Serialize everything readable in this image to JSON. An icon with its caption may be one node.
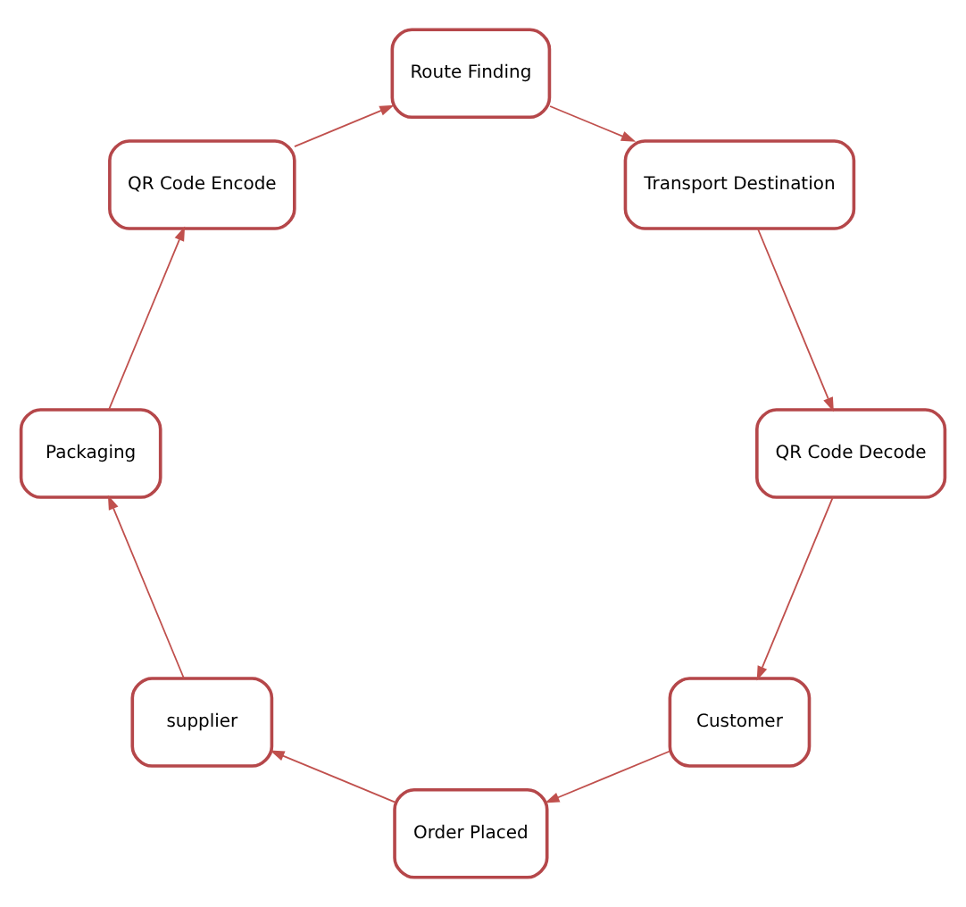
{
  "diagram": {
    "nodes": [
      {
        "text": [
          "Customer"
        ]
      },
      {
        "text": [
          "QR Code Decode"
        ]
      },
      {
        "text": [
          "Order Placed"
        ]
      },
      {
        "text": [
          "Transport Destination"
        ]
      },
      {
        "text": [
          "supplier"
        ]
      },
      {
        "text": [
          "Route Finding"
        ]
      },
      {
        "text": [
          "Packaging"
        ]
      },
      {
        "text": [
          "QR Code Encode"
        ]
      }
    ],
    "edges": [
      {
        "from": 0,
        "to": 2,
        "arrow": "to"
      },
      {
        "from": 2,
        "to": 4,
        "arrow": "to"
      },
      {
        "from": 4,
        "to": 6,
        "arrow": "to"
      },
      {
        "from": 6,
        "to": 7,
        "arrow": "to"
      },
      {
        "from": 7,
        "to": 5,
        "arrow": "to"
      },
      {
        "from": 5,
        "to": 3,
        "arrow": "to"
      },
      {
        "from": 3,
        "to": 1,
        "arrow": "to"
      },
      {
        "from": 1,
        "to": 0,
        "arrow": "to"
      }
    ]
  }
}
